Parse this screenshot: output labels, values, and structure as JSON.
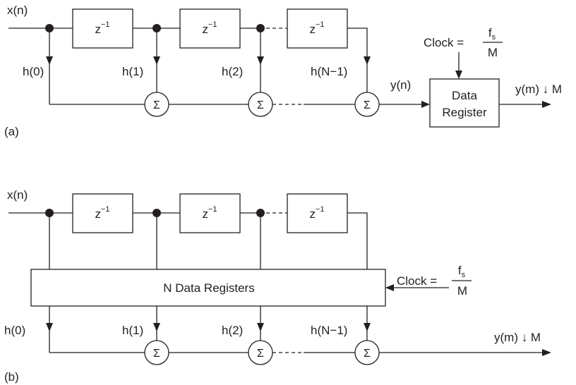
{
  "diagram_a": {
    "input_label": "x(n)",
    "delay_base": "z",
    "delay_exp": "−1",
    "tap_labels": [
      "h(0)",
      "h(1)",
      "h(2)",
      "h(N−1)"
    ],
    "sum_symbol": "Σ",
    "output_label": "y(n)",
    "clock_label": "Clock =",
    "clock_num": "f",
    "clock_num_sub": "s",
    "clock_den": "M",
    "register_line1": "Data",
    "register_line2": "Register",
    "decimated_output": "y(m) ↓ M",
    "panel_label": "(a)"
  },
  "diagram_b": {
    "input_label": "x(n)",
    "delay_base": "z",
    "delay_exp": "−1",
    "registers_label": "N Data Registers",
    "clock_label": "Clock =",
    "clock_num": "f",
    "clock_num_sub": "s",
    "clock_den": "M",
    "tap_labels": [
      "h(0)",
      "h(1)",
      "h(2)",
      "h(N−1)"
    ],
    "sum_symbol": "Σ",
    "decimated_output": "y(m) ↓ M",
    "panel_label": "(b)"
  }
}
